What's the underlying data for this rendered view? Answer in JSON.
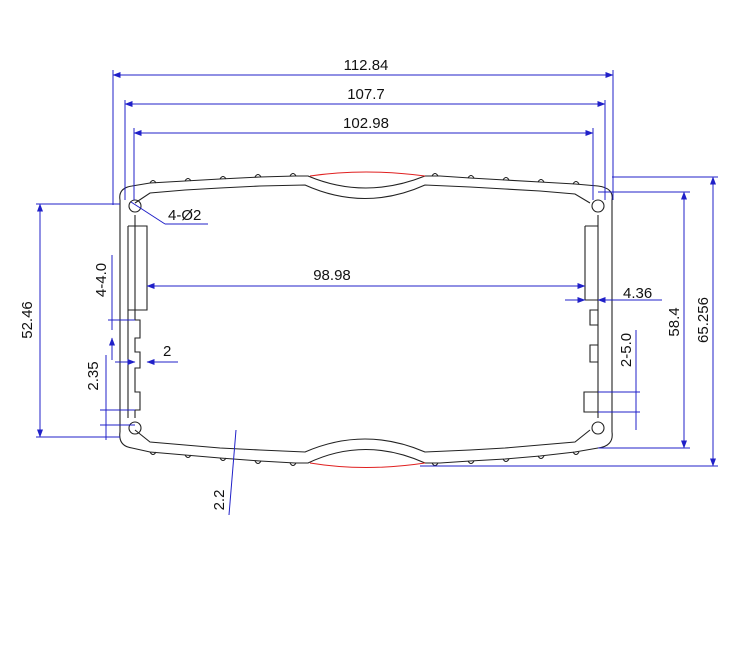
{
  "colors": {
    "dimension": "#2020c8",
    "outline": "#222222",
    "highlight": "#e02020",
    "text": "#111111",
    "background": "#ffffff"
  },
  "dimensions": {
    "overall_width": "112.84",
    "middle_width": "107.7",
    "inner_width": "102.98",
    "hole_spec": "4-Ø2",
    "cavity_width": "98.98",
    "slot_depth_right": "4.36",
    "left_height": "52.46",
    "left_slot_spec": "4-4.0",
    "left_slot_width": "2",
    "left_slot_pitch": "2.35",
    "right_slot_spec": "2-5.0",
    "inner_height": "58.4",
    "overall_height": "65.256",
    "wall_thickness": "2.2"
  }
}
